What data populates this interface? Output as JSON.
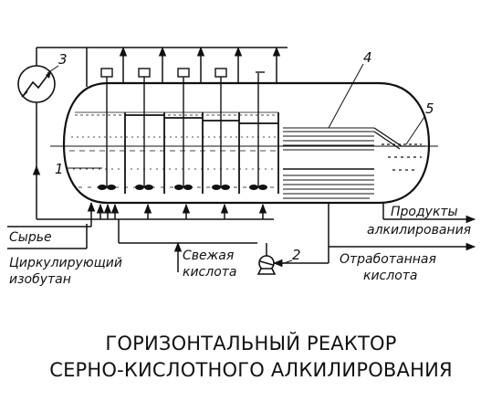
{
  "labels": {
    "n1": "1",
    "n2": "2",
    "n3": "3",
    "n4": "4",
    "n5": "5",
    "feed": "Сырье",
    "isobutane_1": "Циркулирующий",
    "isobutane_2": "изобутан",
    "fresh_acid_1": "Свежая",
    "fresh_acid_2": "кислота",
    "products_1": "Продукты",
    "products_2": "алкилирования",
    "spent_acid_1": "Отработанная",
    "spent_acid_2": "кислота"
  },
  "caption": {
    "line1": "ГОРИЗОНТАЛЬНЫЙ РЕАКТОР",
    "line2": "СЕРНО-КИСЛОТНОГО АЛКИЛИРОВАНИЯ"
  },
  "colors": {
    "ink": "#111111",
    "background": "#ffffff"
  }
}
